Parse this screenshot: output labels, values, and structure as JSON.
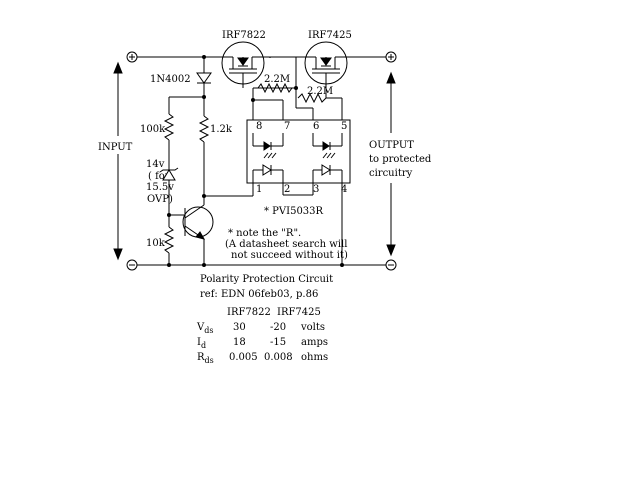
{
  "mosfets": {
    "q1": "IRF7822",
    "q2": "IRF7425"
  },
  "labels": {
    "input": "INPUT",
    "output": "OUTPUT",
    "output_sub1": "to protected",
    "output_sub2": "circuitry",
    "plus": "+",
    "minus": "−"
  },
  "components": {
    "diode": "1N4002",
    "r_gate1": "2.2M",
    "r_gate2": "2.2M",
    "r_100k": "100k",
    "r_1_2k": "1.2k",
    "r_10k": "10k",
    "zener_line1": "14v",
    "zener_line2": "( for",
    "zener_line3": "15.5v",
    "zener_line4": "OVP)"
  },
  "pvi": {
    "part": "*  PVI5033R",
    "pins_top": [
      "8",
      "7",
      "6",
      "5"
    ],
    "pins_bottom": [
      "1",
      "2",
      "3",
      "4"
    ]
  },
  "note": {
    "line1": "* note the \"R\".",
    "line2": "(A datasheet search will",
    "line3": "not succeed without it)"
  },
  "caption": {
    "title": "Polarity Protection Circuit",
    "ref": "ref:  EDN 06feb03, p.86"
  },
  "specs": {
    "header": [
      "IRF7822",
      "IRF7425"
    ],
    "rows": [
      {
        "sym": "V",
        "sub": "ds",
        "v1": "30",
        "v2": "-20",
        "unit": "volts"
      },
      {
        "sym": "I",
        "sub": "d",
        "v1": "18",
        "v2": "-15",
        "unit": "amps"
      },
      {
        "sym": "R",
        "sub": "ds",
        "v1": "0.005",
        "v2": "0.008",
        "unit": "ohms"
      }
    ]
  }
}
